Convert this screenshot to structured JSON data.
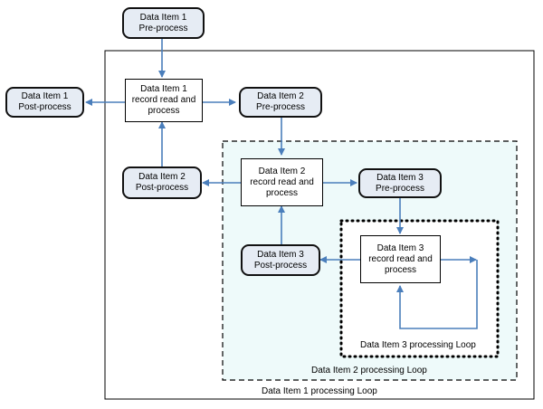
{
  "colors": {
    "arrow": "#4a7ebb",
    "pill_fill": "#e6ecf4",
    "loop2_fill": "#eefafa"
  },
  "nodes": {
    "item1_pre": "Data Item 1\nPre-process",
    "item1_process": "Data Item 1\nrecord read and\nprocess",
    "item1_post": "Data Item 1\nPost-process",
    "item2_pre": "Data Item 2\nPre-process",
    "item2_process": "Data Item 2\nrecord read and\nprocess",
    "item2_post": "Data Item 2\nPost-process",
    "item3_pre": "Data Item 3\nPre-process",
    "item3_process": "Data Item 3\nrecord read and\nprocess",
    "item3_post": "Data Item 3\nPost-process"
  },
  "loops": {
    "loop1": "Data Item 1 processing Loop",
    "loop2": "Data Item 2 processing Loop",
    "loop3": "Data Item 3 processing Loop"
  }
}
